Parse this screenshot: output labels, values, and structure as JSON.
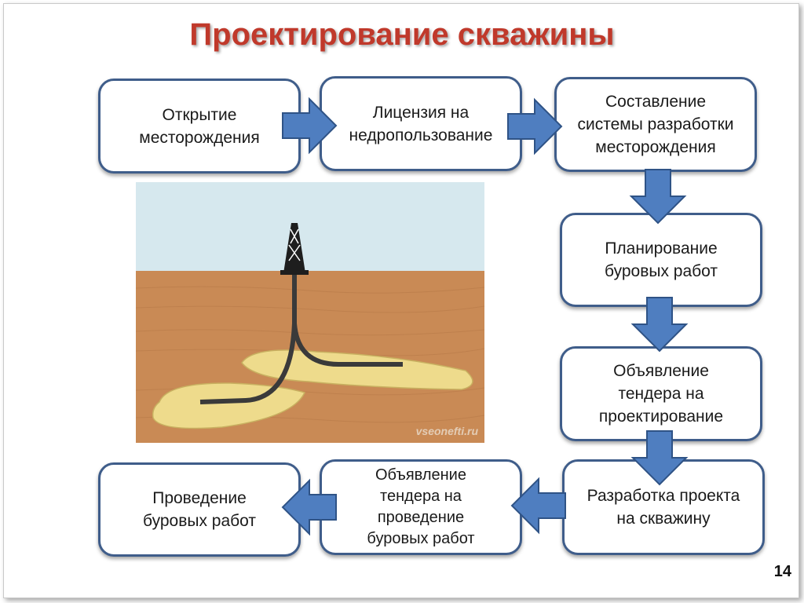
{
  "title": "Проектирование скважины",
  "steps": [
    {
      "text": "Открытие\nместорождения"
    },
    {
      "text": "Лицензия на\nнедропользование"
    },
    {
      "text": "Составление\nсистемы разработки\nместорождения"
    },
    {
      "text": "Планирование\nбуровых работ"
    },
    {
      "text": "Объявление\nтендера на\nпроектирование"
    },
    {
      "text": "Разработка проекта\nна скважину"
    },
    {
      "text": "Объявление\nтендера на\nпроведение\nбуровых работ"
    },
    {
      "text": "Проведение\nбуровых работ"
    }
  ],
  "illustration": {
    "watermark": "vseonefti.ru",
    "colors": {
      "sky": "#d6e8ee",
      "ground": "#c98a55",
      "reservoir": "#eedb8c",
      "pipe": "#3a3a3a"
    }
  },
  "colors": {
    "title": "#c0392b",
    "box_border": "#3f5d8a",
    "arrow": "#4f7ec0"
  },
  "page_number": "14"
}
